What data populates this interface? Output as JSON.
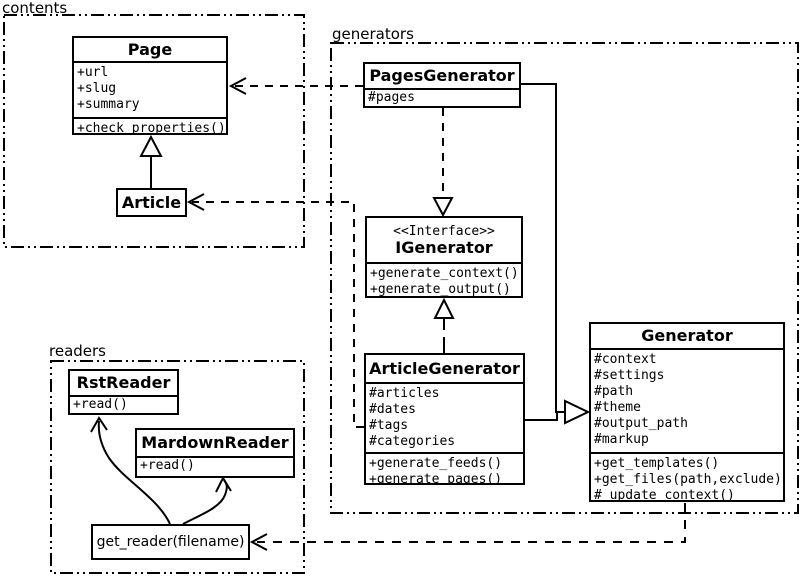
{
  "diagram": {
    "kind": "UML class diagram"
  },
  "colors": {
    "line": "#000000",
    "background": "#ffffff"
  },
  "packages": {
    "contents": {
      "label": "contents"
    },
    "generators": {
      "label": "generators"
    },
    "readers": {
      "label": "readers"
    }
  },
  "classes": {
    "page": {
      "name": "Page",
      "attributes": [
        "+url",
        "+slug",
        "+summary"
      ],
      "methods": [
        "+check_properties()"
      ]
    },
    "article": {
      "name": "Article"
    },
    "pages_generator": {
      "name": "PagesGenerator",
      "attributes": [
        "#pages"
      ]
    },
    "igenerator": {
      "stereotype": "<<Interface>>",
      "name": "IGenerator",
      "methods": [
        "+generate_context()",
        "+generate_output()"
      ]
    },
    "article_generator": {
      "name": "ArticleGenerator",
      "attributes": [
        "#articles",
        "#dates",
        "#tags",
        "#categories"
      ],
      "methods": [
        "+generate_feeds()",
        "+generate_pages()"
      ]
    },
    "generator": {
      "name": "Generator",
      "attributes": [
        "#context",
        "#settings",
        "#path",
        "#theme",
        "#output_path",
        "#markup"
      ],
      "methods": [
        "+get_templates()",
        "+get_files(path,exclude)",
        "#_update_context()"
      ]
    },
    "rst_reader": {
      "name": "RstReader",
      "methods": [
        "+read()"
      ]
    },
    "mardown_reader": {
      "name": "MardownReader",
      "methods": [
        "+read()"
      ]
    },
    "get_reader": {
      "label": "get_reader(filename)"
    }
  }
}
